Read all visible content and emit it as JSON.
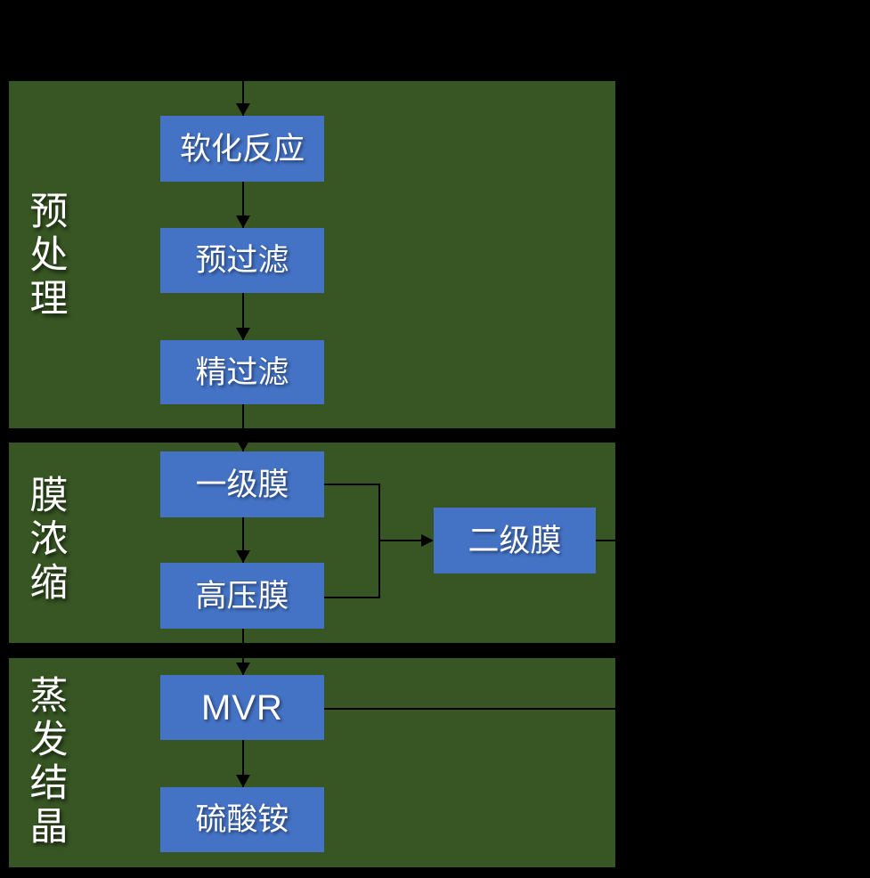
{
  "colors": {
    "background": "#000000",
    "panel": "#375623",
    "node": "#4472C4",
    "line": "#000000",
    "text": "#FFFFFF"
  },
  "sections": [
    {
      "id": "pretreatment",
      "label": "预处理"
    },
    {
      "id": "membrane-concentration",
      "label": "膜浓缩"
    },
    {
      "id": "evaporation-crystallization",
      "label": "蒸发结晶"
    }
  ],
  "nodes": [
    {
      "id": "softening-reaction",
      "label": "软化反应"
    },
    {
      "id": "pre-filtration",
      "label": "预过滤"
    },
    {
      "id": "fine-filtration",
      "label": "精过滤"
    },
    {
      "id": "first-stage-membrane",
      "label": "一级膜"
    },
    {
      "id": "high-pressure-membrane",
      "label": "高压膜"
    },
    {
      "id": "second-stage-membrane",
      "label": "二级膜"
    },
    {
      "id": "mvr",
      "label": "MVR"
    },
    {
      "id": "ammonium-sulfate",
      "label": "硫酸铵"
    }
  ]
}
